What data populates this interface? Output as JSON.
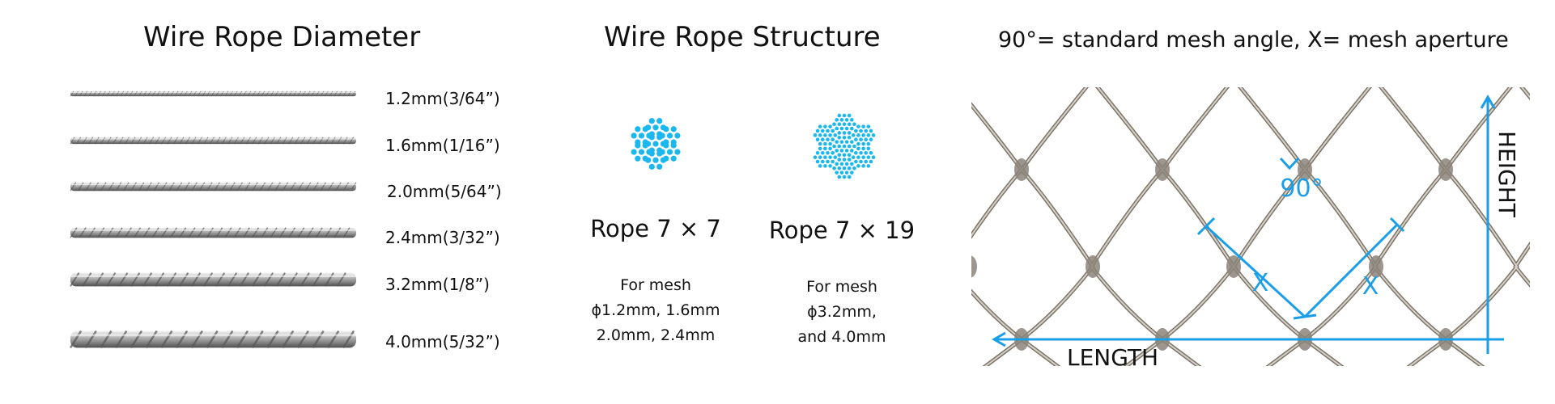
{
  "diameter_panel": {
    "title": "Wire Rope Diameter",
    "ropes": [
      {
        "label": "1.2mm(3/64”)",
        "diameter_mm": 1.2
      },
      {
        "label": "1.6mm(1/16”)",
        "diameter_mm": 1.6
      },
      {
        "label": "2.0mm(5/64”)",
        "diameter_mm": 2.0
      },
      {
        "label": "2.4mm(3/32”)",
        "diameter_mm": 2.4
      },
      {
        "label": "3.2mm(1/8”)",
        "diameter_mm": 3.2
      },
      {
        "label": "4.0mm(5/32”)",
        "diameter_mm": 4.0
      }
    ]
  },
  "structure_panel": {
    "title": "Wire Rope Structure",
    "accent_color": "#1ab8ee",
    "ropes": [
      {
        "name": "Rope 7 × 7",
        "usage": [
          "For mesh",
          "ϕ1.2mm, 1.6mm",
          "2.0mm, 2.4mm"
        ]
      },
      {
        "name": "Rope 7 × 19",
        "usage": [
          "For mesh",
          "ϕ3.2mm,",
          "and 4.0mm"
        ]
      }
    ]
  },
  "mesh_panel": {
    "title": "90°= standard mesh angle, X= mesh aperture",
    "angle_label": "90°",
    "aperture_label": "X",
    "length_label": "LENGTH",
    "height_label": "HEIGHT",
    "accent_color": "#1a9ee8"
  }
}
